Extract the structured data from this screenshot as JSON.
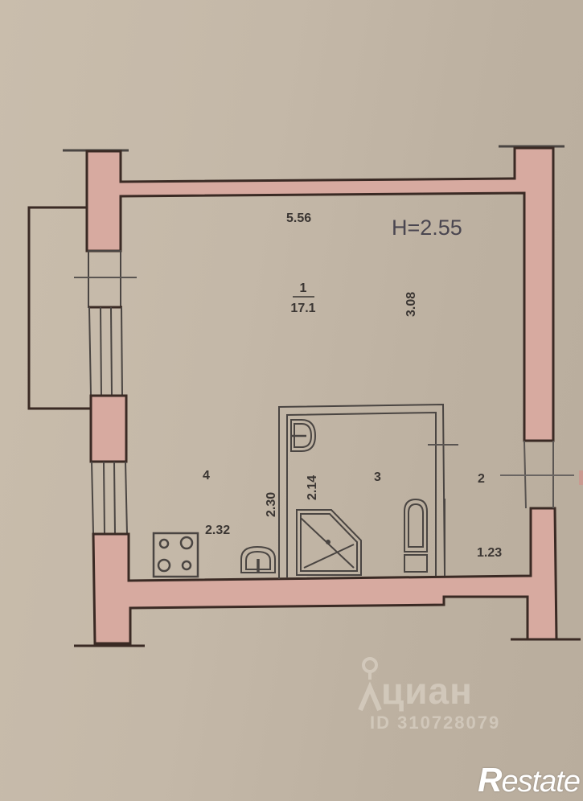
{
  "plan": {
    "ceiling_height": "H=2.55",
    "colors": {
      "wall_fill": "#d7aaa0",
      "wall_stroke": "#3a2a24",
      "fixture_stroke": "#4a4542",
      "paper": "#c6baa9"
    },
    "rooms": [
      {
        "number": "1",
        "area": "17.1",
        "width_dim": "5.56",
        "depth_dim": "3.08"
      },
      {
        "number": "2",
        "area_dim": "1.23"
      },
      {
        "number": "3",
        "dim": "2.14"
      },
      {
        "number": "4",
        "width_dim": "2.32",
        "depth_dim": "2.30"
      }
    ]
  },
  "watermark": {
    "brand": "циан",
    "listing_id": "ID 310728079"
  },
  "logo": {
    "first_letter": "R",
    "rest": "estate"
  }
}
